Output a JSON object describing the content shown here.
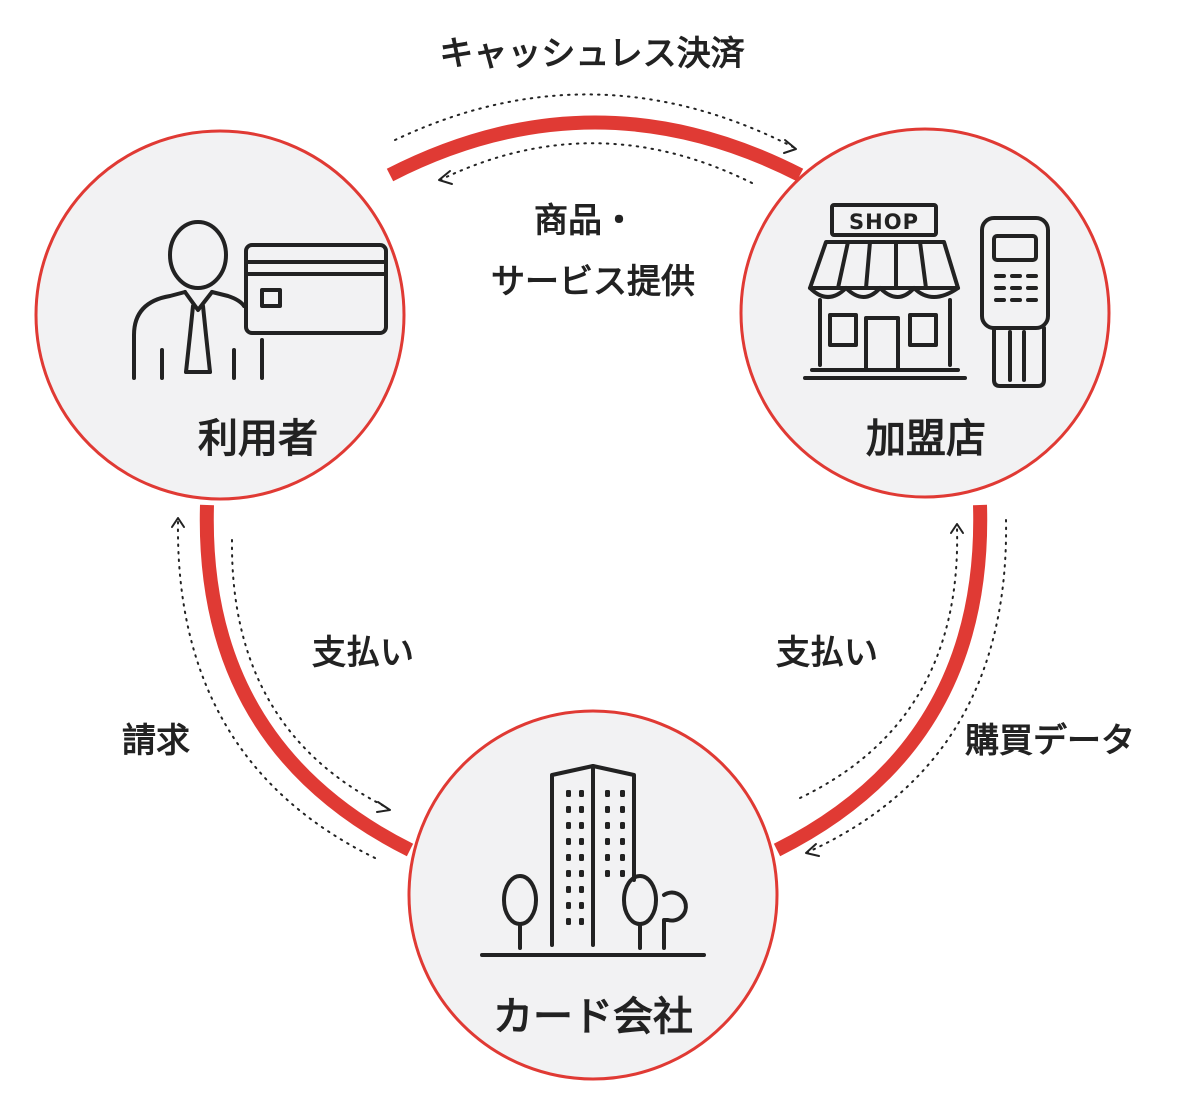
{
  "colors": {
    "ring": "#e03a34",
    "node_fill": "#f2f2f3",
    "ink": "#222222"
  },
  "nodes": {
    "user": {
      "label": "利用者",
      "icon": "person-with-card-icon"
    },
    "merchant": {
      "label": "加盟店",
      "icon": "shop-and-card-terminal-icon",
      "shop_sign": "SHOP"
    },
    "card_company": {
      "label": "カード会社",
      "icon": "office-building-with-trees-icon"
    }
  },
  "flows": {
    "cashless_payment": "キャッシュレス決済",
    "goods_line1": "商品・",
    "goods_line2": "サービス提供",
    "payment_left": "支払い",
    "billing": "請求",
    "payment_right": "支払い",
    "purchase_data": "購買データ"
  }
}
